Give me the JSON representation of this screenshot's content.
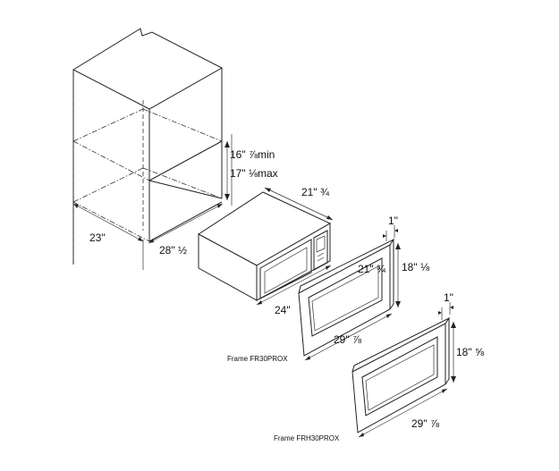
{
  "dimensions": {
    "cabinet_depth": "23\"",
    "cabinet_width": "28\" ½",
    "opening_height_min": "16\" ⅞min",
    "opening_height_max": "17\" ⅛max",
    "microwave_depth": "21\" ¾",
    "microwave_width": "24\"",
    "frame1_depth": "1\"",
    "frame1_inner_height": "21\" ¾",
    "frame1_height": "18\" ⅛",
    "frame1_width": "29\" ⅞",
    "frame2_depth": "1\"",
    "frame2_height": "18\" ⅝",
    "frame2_width": "29\" ⅞"
  },
  "captions": {
    "frame1": "Frame FR30PROX",
    "frame2": "Frame FRH30PROX"
  }
}
